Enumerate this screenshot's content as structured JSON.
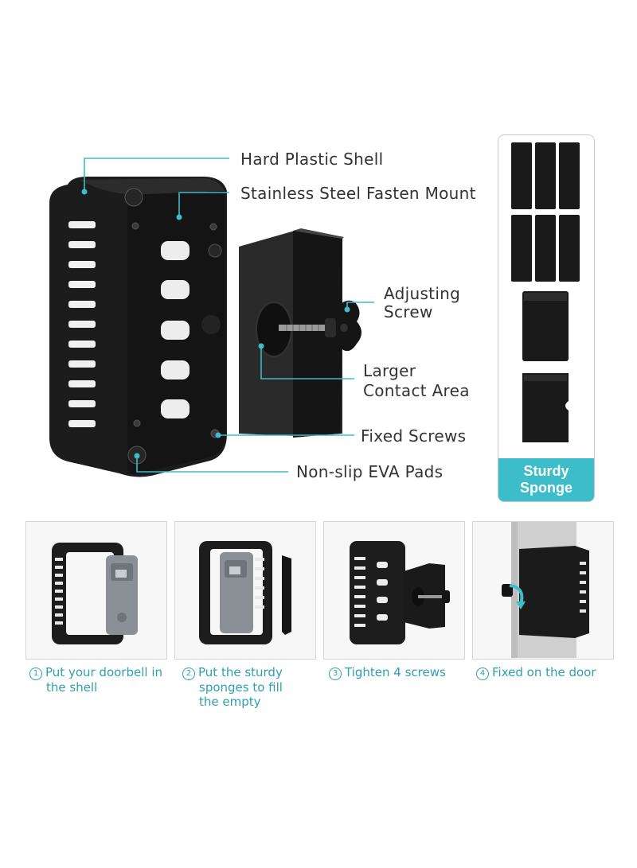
{
  "callouts": {
    "shell": "Hard Plastic Shell",
    "mount": "Stainless Steel Fasten Mount",
    "adjust_1": "Adjusting",
    "adjust_2": "Screw",
    "contact_1": "Larger",
    "contact_2": "Contact Area",
    "fixed": "Fixed Screws",
    "pads": "Non-slip EVA Pads"
  },
  "sponge": {
    "label_1": "Sturdy",
    "label_2": "Sponge"
  },
  "steps": [
    {
      "num": "1",
      "line1": "Put your doorbell in",
      "line2": "the shell",
      "line3": ""
    },
    {
      "num": "2",
      "line1": "Put the sturdy",
      "line2": "sponges to fill",
      "line3": "the empty"
    },
    {
      "num": "3",
      "line1": "Tighten 4 screws",
      "line2": "",
      "line3": ""
    },
    {
      "num": "4",
      "line1": "Fixed on the door",
      "line2": "",
      "line3": ""
    }
  ],
  "colors": {
    "accent": "#3dbcc9",
    "caption": "#2f9fb0",
    "product": "#1c1c1c"
  }
}
